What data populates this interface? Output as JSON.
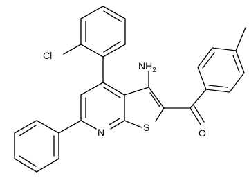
{
  "molecule": {
    "labels": {
      "chloro": "Cl",
      "amino": "NH2",
      "oxygen": "O",
      "sulfur": "S",
      "nitrogen": "N"
    }
  }
}
